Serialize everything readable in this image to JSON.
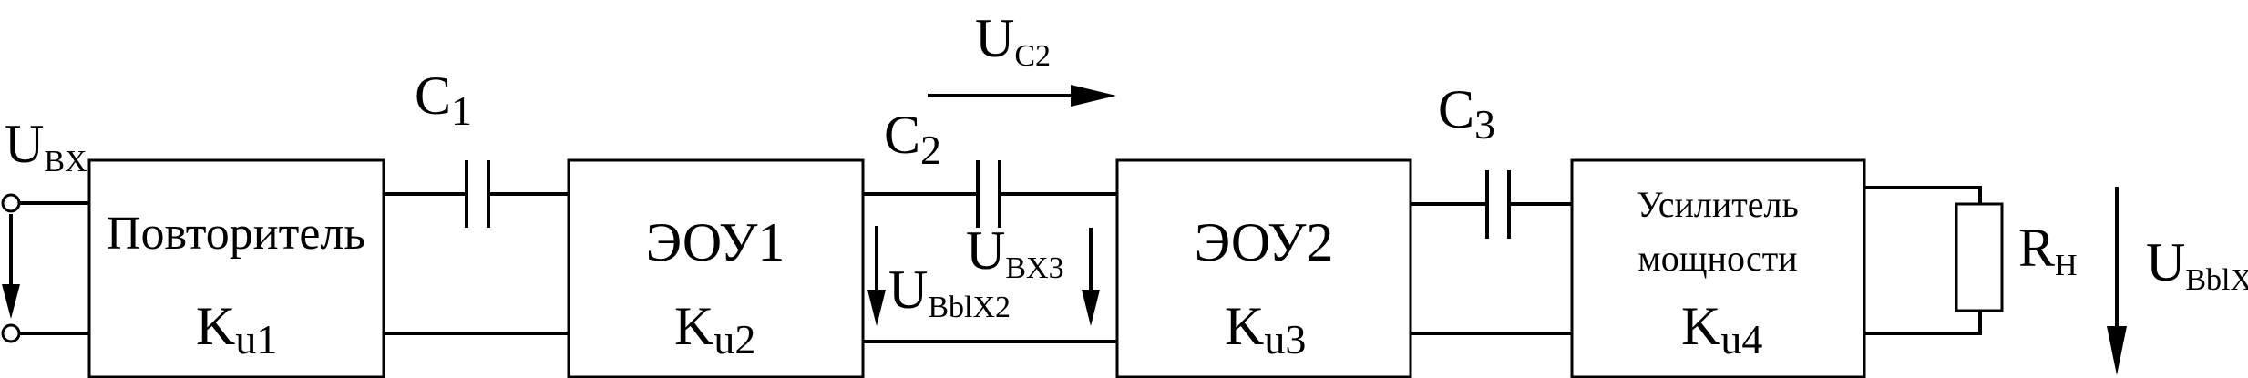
{
  "labels": {
    "u_in_main": "U",
    "u_in_sub": "BX",
    "c1_main": "C",
    "c1_sub": "1",
    "c2_main": "C",
    "c2_sub": "2",
    "c3_main": "C",
    "c3_sub": "3",
    "uc2_main": "U",
    "uc2_sub": "C2",
    "uout2_main": "U",
    "uout2_sub": "BblX2",
    "uin3_main": "U",
    "uin3_sub": "BX3",
    "rh_main": "R",
    "rh_sub": "H",
    "uout_main": "U",
    "uout_sub": "BblX"
  },
  "blocks": [
    {
      "id": "repeater",
      "title": "Повторитель",
      "title2": "",
      "gain_main": "K",
      "gain_sub": "u1"
    },
    {
      "id": "eou1",
      "title": "ЭОУ1",
      "title2": "",
      "gain_main": "K",
      "gain_sub": "u2"
    },
    {
      "id": "eou2",
      "title": "ЭОУ2",
      "title2": "",
      "gain_main": "K",
      "gain_sub": "u3"
    },
    {
      "id": "power-amp",
      "title": "Усилитель",
      "title2": "мощности",
      "gain_main": "K",
      "gain_sub": "u4"
    }
  ]
}
